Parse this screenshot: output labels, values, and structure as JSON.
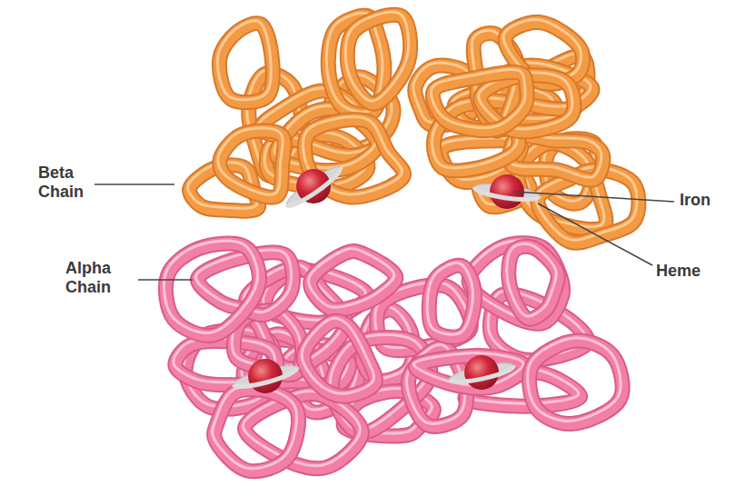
{
  "diagram": {
    "labels": [
      "Beta Chain",
      "Alpha Chain",
      "Iron",
      "Heme"
    ]
  }
}
